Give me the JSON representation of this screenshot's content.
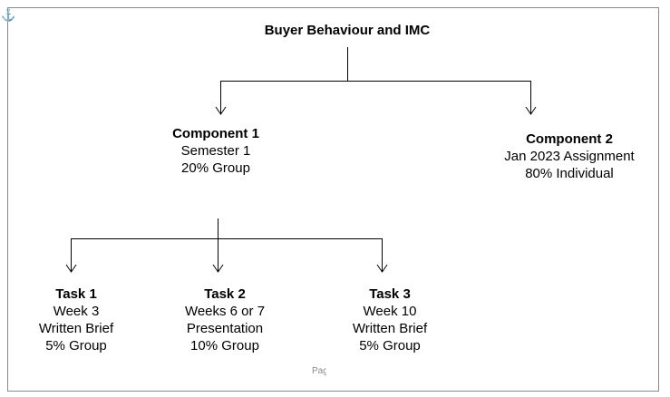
{
  "diagram": {
    "title": "Buyer Behaviour and IMC",
    "components": [
      {
        "heading": "Component 1",
        "lines": [
          "Semester 1",
          "20% Group"
        ]
      },
      {
        "heading": "Component 2",
        "lines": [
          "Jan 2023 Assignment",
          "80% Individual"
        ]
      }
    ],
    "tasks": [
      {
        "heading": "Task 1",
        "lines": [
          "Week 3",
          "Written Brief",
          "5% Group"
        ]
      },
      {
        "heading": "Task 2",
        "lines": [
          "Weeks 6 or 7",
          "Presentation",
          "10% Group"
        ]
      },
      {
        "heading": "Task 3",
        "lines": [
          "Week 10",
          "Written Brief",
          "5% Group"
        ]
      }
    ]
  },
  "footer": {
    "page_label": "Page"
  },
  "icons": {
    "anchor": "anchor-icon"
  },
  "colors": {
    "border": "#8a8a8a",
    "anchor": "#2e5fb8",
    "lines": "#000000"
  }
}
